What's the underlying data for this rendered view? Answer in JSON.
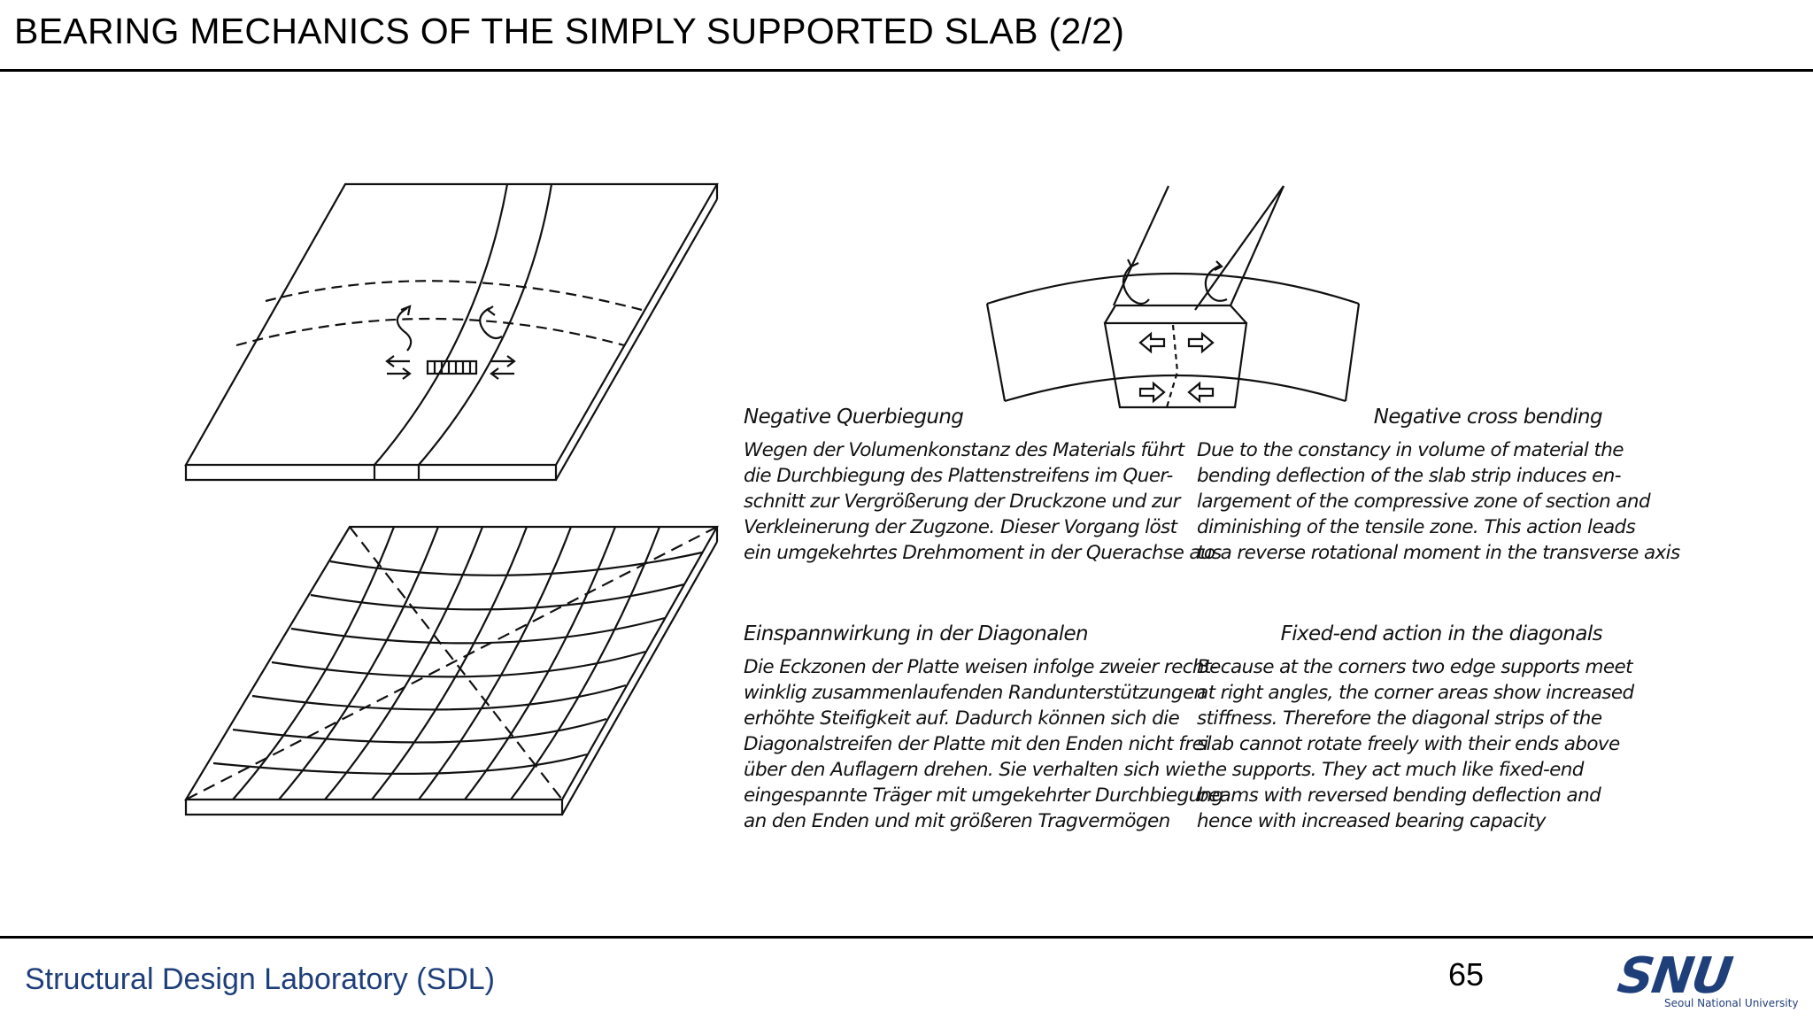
{
  "slide": {
    "title": "BEARING MECHANICS OF THE SIMPLY SUPPORTED SLAB (2/2)"
  },
  "figures": {
    "slab_strip": "slab-strip-bending-drawing",
    "cross_section": "cross-section-rotation-drawing",
    "grid_slab": "grid-slab-diagonal-drawing"
  },
  "german_1": {
    "heading": "Negative Querbiegung",
    "lines": [
      "Wegen der Volumenkonstanz des Materials führt",
      "die Durchbiegung des Plattenstreifens im Quer-",
      "schnitt zur Vergrößerung der Druckzone und zur",
      "Verkleinerung der Zugzone. Dieser Vorgang löst",
      "ein umgekehrtes Drehmoment in der Querachse aus"
    ]
  },
  "english_1": {
    "heading": "Negative cross bending",
    "lines": [
      "Due to the constancy in volume of material the",
      "bending deflection of the slab strip induces en-",
      "largement of the compressive zone of section and",
      "diminishing of the tensile zone. This action leads",
      "to a reverse rotational moment in the transverse axis"
    ]
  },
  "german_2": {
    "heading": "Einspannwirkung in der Diagonalen",
    "lines": [
      "Die Eckzonen der Platte weisen infolge zweier recht-",
      "winklig zusammenlaufenden Randunterstützungen",
      "erhöhte Steifigkeit auf. Dadurch können sich die",
      "Diagonalstreifen der Platte mit den Enden nicht frei",
      "über den Auflagern drehen. Sie verhalten sich wie",
      "eingespannte Träger mit umgekehrter Durchbiegung",
      "an den Enden und mit größeren Tragvermögen"
    ]
  },
  "english_2": {
    "heading": "Fixed-end action in the diagonals",
    "lines": [
      "Because at the corners two edge supports meet",
      "at right angles, the corner areas show increased",
      "stiffness. Therefore the diagonal strips of the",
      "slab cannot rotate freely with their ends above",
      "the supports. They act much like fixed-end",
      "beams with reversed bending deflection and",
      "hence with increased bearing capacity"
    ]
  },
  "footer": {
    "lab": "Structural Design Laboratory (SDL)",
    "page": "65",
    "logo_mark": "SNU",
    "logo_university": "Seoul National University",
    "accent_color": "#1f3f7a"
  }
}
